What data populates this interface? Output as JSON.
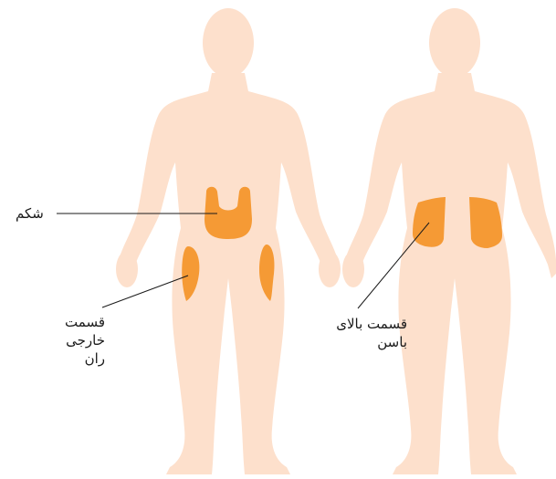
{
  "labels": {
    "abdomen": "شکم",
    "outer_thigh": [
      "قسمت",
      "خارجی",
      "ران"
    ],
    "upper_buttock": [
      "قسمت بالای",
      "باسن"
    ]
  },
  "colors": {
    "skin": "#fde0cc",
    "injection_site": "#f59a35",
    "leader_line": "#1a1a1a"
  }
}
